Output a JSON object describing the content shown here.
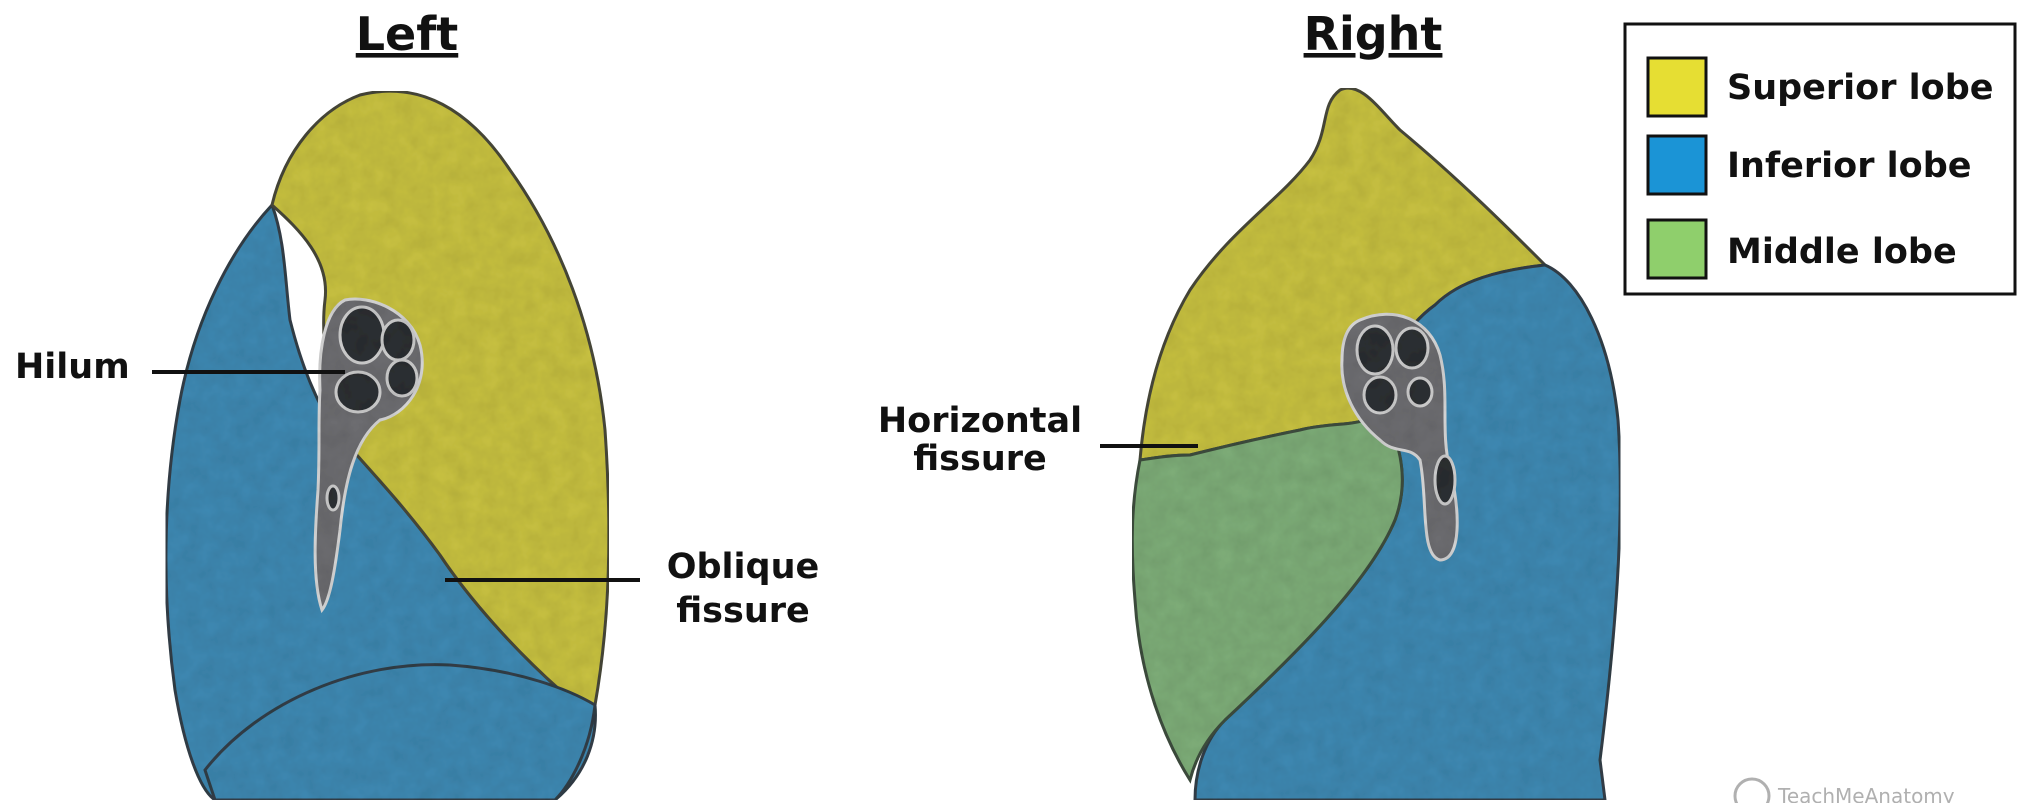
{
  "titles": {
    "left": "Left",
    "right": "Right"
  },
  "labels": {
    "hilum": "Hilum",
    "oblique_line1": "Oblique",
    "oblique_line2": "fissure",
    "horizontal_line1": "Horizontal",
    "horizontal_line2": "fissure"
  },
  "legend": {
    "items": [
      {
        "label": "Superior lobe",
        "color": "#e6de33"
      },
      {
        "label": "Inferior lobe",
        "color": "#1b94d6"
      },
      {
        "label": "Middle lobe",
        "color": "#8fcf6c"
      }
    ]
  },
  "lobe_colors": {
    "superior": "#c9c243",
    "inferior": "#3f8ab4",
    "middle": "#7fae79",
    "hilum_fill": "#6e6e72",
    "vessel": "#2f3035"
  },
  "watermark": "TeachMeAnatomy"
}
